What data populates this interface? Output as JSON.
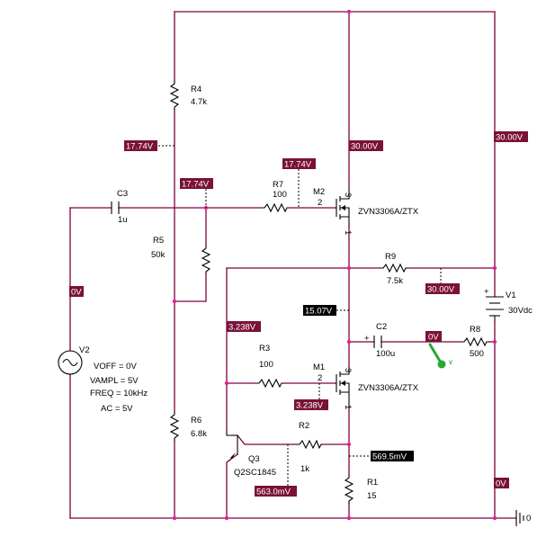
{
  "components": {
    "R4": {
      "ref": "R4",
      "value": "4.7k"
    },
    "R5": {
      "ref": "R5",
      "value": "50k"
    },
    "R6": {
      "ref": "R6",
      "value": "6.8k"
    },
    "R7": {
      "ref": "R7",
      "value": "100"
    },
    "R9": {
      "ref": "R9",
      "value": "7.5k"
    },
    "R3": {
      "ref": "R3",
      "value": "100"
    },
    "R2": {
      "ref": "R2",
      "value": "1k"
    },
    "R1": {
      "ref": "R1",
      "value": "15"
    },
    "R8": {
      "ref": "R8",
      "value": "500"
    },
    "C3": {
      "ref": "C3",
      "value": "1u"
    },
    "C2": {
      "ref": "C2",
      "value": "100u"
    },
    "M2": {
      "ref": "M2",
      "part": "ZVN3306A/ZTX",
      "pin_gate": "2",
      "pin_drain": "3",
      "pin_source": "1"
    },
    "M1": {
      "ref": "M1",
      "part": "ZVN3306A/ZTX",
      "pin_gate": "2",
      "pin_drain": "3",
      "pin_source": "1"
    },
    "Q3": {
      "ref": "Q3",
      "part": "Q2SC1845"
    },
    "V1": {
      "ref": "V1",
      "value": "30Vdc"
    },
    "V2": {
      "ref": "V2",
      "voff": "VOFF = 0V",
      "vampl": "VAMPL = 5V",
      "freq": "FREQ = 10kHz",
      "ac": "AC = 5V"
    },
    "ground": {
      "label": "0"
    }
  },
  "voltages": {
    "v_r4_r5": "17.74V",
    "v_gate_node": "17.74V",
    "v_r7_gate": "17.74V",
    "v_m2_drain": "30.00V",
    "v_supply": "30.00V",
    "v_r9": "30.00V",
    "v_v2": "0V",
    "v_m2_source": "15.07V",
    "v_c2_out": "0V",
    "v_base_node": "3.238V",
    "v_m1_gate": "3.238V",
    "v_m1_source": "569.5mV",
    "v_q3_base": "563.0mV",
    "v_gnd_right": "0V"
  },
  "probe": {
    "label": "V",
    "color": "#22aa33"
  }
}
